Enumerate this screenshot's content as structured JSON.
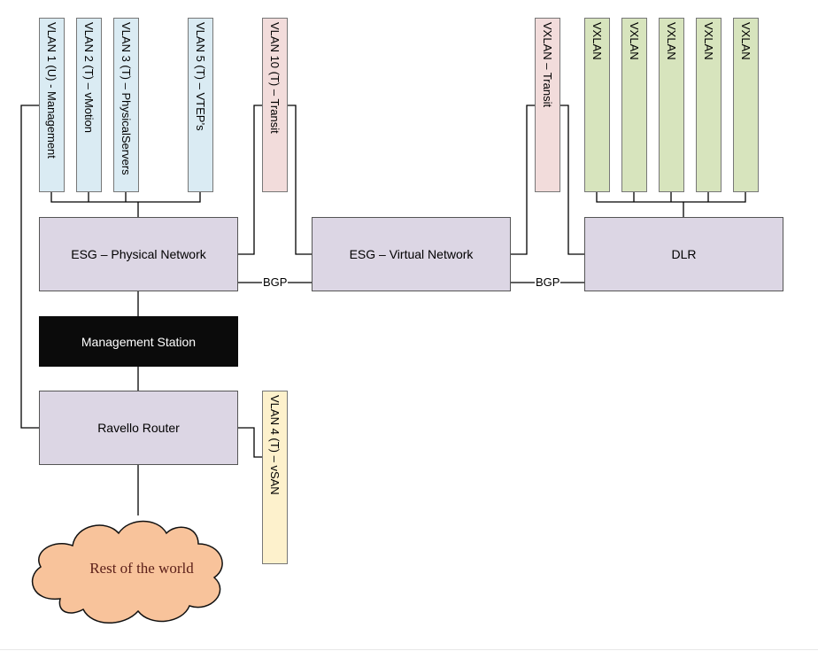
{
  "vlans": {
    "v1": "VLAN 1 (U) - Management",
    "v2": "VLAN 2 (T) – vMotion",
    "v3": "VLAN 3 (T) – PhysicalServers",
    "v5": "VLAN 5 (T) – VTEP’s",
    "v10": "VLAN 10 (T) – Transit",
    "vxt": "VXLAN – Transit",
    "vx": "VXLAN",
    "v4": "VLAN 4 (T) – vSAN"
  },
  "nodes": {
    "esg_physical": "ESG – Physical Network",
    "esg_virtual": "ESG – Virtual Network",
    "dlr": "DLR",
    "management_station": "Management Station",
    "ravello_router": "Ravello Router",
    "cloud": "Rest of the world"
  },
  "links": {
    "bgp": "BGP"
  },
  "colors": {
    "node_fill": "#dcd6e4",
    "management_fill": "#0b0b0b",
    "vlan_blue": "#daebf3",
    "vlan_pink": "#f2dcdb",
    "vlan_green": "#d7e4bd",
    "vlan_yellow": "#fdf1cc",
    "cloud_fill": "#f8c39b"
  }
}
